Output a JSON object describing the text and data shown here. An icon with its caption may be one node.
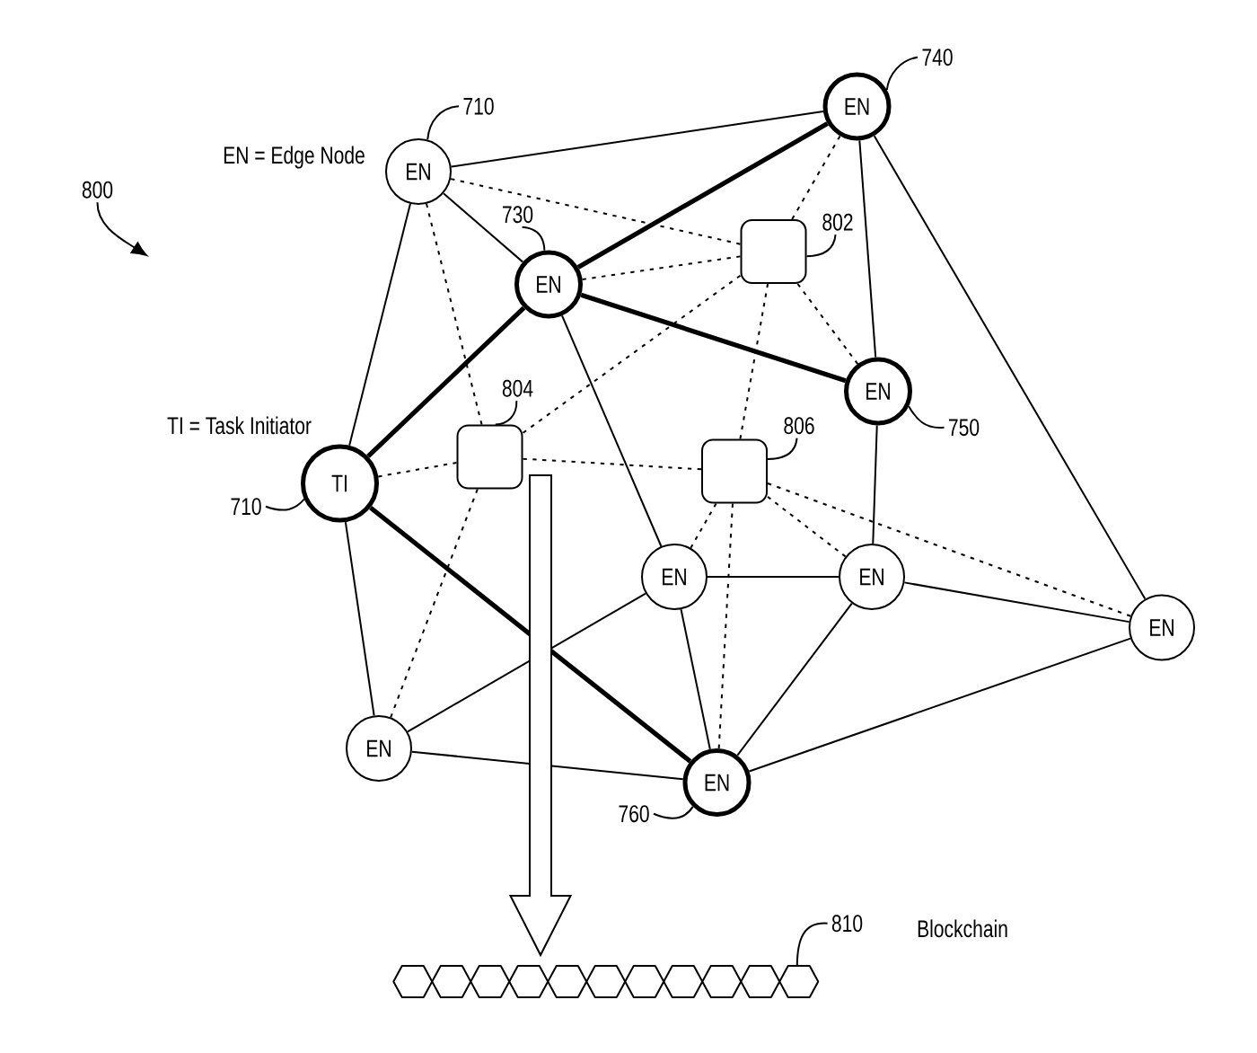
{
  "diagram": {
    "nodes": [
      {
        "text": [
          "740"
        ]
      },
      {
        "text": [
          "EN"
        ]
      },
      {
        "text": [
          "710"
        ]
      },
      {
        "text": [
          "EN"
        ]
      },
      {
        "text": [
          "800"
        ]
      },
      {
        "text": [
          "730"
        ]
      },
      {
        "text": [
          "802"
        ]
      },
      {
        "text": [],
        "shape": "box"
      },
      {
        "text": [
          "EN"
        ]
      },
      {
        "text": [
          "804"
        ]
      },
      {
        "text": [
          "EN"
        ]
      },
      {
        "text": [
          "750"
        ]
      },
      {
        "text": [
          "806"
        ]
      },
      {
        "text": [],
        "shape": "box"
      },
      {
        "text": [],
        "shape": "box"
      },
      {
        "text": [
          "TI"
        ]
      },
      {
        "text": [
          "710"
        ]
      },
      {
        "text": [
          "EN"
        ]
      },
      {
        "text": [
          "EN"
        ]
      },
      {
        "text": [
          "EN"
        ]
      },
      {
        "text": [
          "EN"
        ]
      },
      {
        "text": [
          "EN"
        ]
      },
      {
        "text": [
          "760"
        ]
      },
      {
        "text": [
          "810"
        ]
      },
      {
        "text": [],
        "shape": "picture"
      }
    ],
    "edges": [
      {
        "from": 3,
        "to": 1,
        "arrow": "none"
      },
      {
        "from": 3,
        "to": 8,
        "arrow": "none"
      },
      {
        "from": 3,
        "to": 15,
        "arrow": "none"
      },
      {
        "from": 1,
        "to": 10,
        "arrow": "none"
      },
      {
        "from": 1,
        "to": 19,
        "arrow": "none"
      },
      {
        "from": 8,
        "to": 17,
        "arrow": "none"
      },
      {
        "from": 10,
        "to": 18,
        "arrow": "none"
      },
      {
        "from": 15,
        "to": 20,
        "arrow": "none"
      },
      {
        "from": 17,
        "to": 18,
        "arrow": "none"
      },
      {
        "from": 17,
        "to": 20,
        "arrow": "none"
      },
      {
        "from": 17,
        "to": 21,
        "arrow": "none"
      },
      {
        "from": 18,
        "to": 21,
        "arrow": "none"
      },
      {
        "from": 18,
        "to": 19,
        "arrow": "none"
      },
      {
        "from": 19,
        "to": 21,
        "arrow": "none"
      },
      {
        "from": 20,
        "to": 21,
        "arrow": "none"
      },
      {
        "from": 15,
        "to": 8,
        "arrow": "none",
        "style": "thick"
      },
      {
        "from": 8,
        "to": 1,
        "arrow": "none",
        "style": "thick"
      },
      {
        "from": 8,
        "to": 10,
        "arrow": "none",
        "style": "thick"
      },
      {
        "from": 15,
        "to": 21,
        "arrow": "none",
        "style": "thick"
      },
      {
        "from": 3,
        "to": 7,
        "arrow": "none",
        "style": "dashed"
      },
      {
        "from": 3,
        "to": 13,
        "arrow": "none",
        "style": "dashed"
      },
      {
        "from": 1,
        "to": 7,
        "arrow": "none",
        "style": "dashed"
      },
      {
        "from": 8,
        "to": 7,
        "arrow": "none",
        "style": "dashed"
      },
      {
        "from": 7,
        "to": 13,
        "arrow": "none",
        "style": "dashed"
      },
      {
        "from": 7,
        "to": 14,
        "arrow": "none",
        "style": "dashed"
      },
      {
        "from": 7,
        "to": 10,
        "arrow": "none",
        "style": "dashed"
      },
      {
        "from": 15,
        "to": 13,
        "arrow": "none",
        "style": "dashed"
      },
      {
        "from": 13,
        "to": 14,
        "arrow": "none",
        "style": "dashed"
      },
      {
        "from": 13,
        "to": 20,
        "arrow": "none",
        "style": "dashed"
      },
      {
        "from": 14,
        "to": 17,
        "arrow": "none",
        "style": "dashed"
      },
      {
        "from": 14,
        "to": 21,
        "arrow": "none",
        "style": "dashed"
      },
      {
        "from": 14,
        "to": 18,
        "arrow": "none",
        "style": "dashed"
      },
      {
        "from": 14,
        "to": 19,
        "arrow": "none",
        "style": "dashed"
      },
      {
        "from": 0,
        "to": 1,
        "arrow": "none"
      },
      {
        "from": 2,
        "to": 3,
        "arrow": "none"
      },
      {
        "from": 5,
        "to": 8,
        "arrow": "none"
      },
      {
        "from": 6,
        "to": 7,
        "arrow": "none"
      },
      {
        "from": 9,
        "to": 13,
        "arrow": "none"
      },
      {
        "from": 11,
        "to": 10,
        "arrow": "none"
      },
      {
        "from": 12,
        "to": 14,
        "arrow": "none"
      },
      {
        "from": 16,
        "to": 15,
        "arrow": "none"
      },
      {
        "from": 22,
        "to": 21,
        "arrow": "none"
      },
      {
        "from": 23,
        "to": 24,
        "arrow": "none"
      },
      {
        "from": 4,
        "to": null,
        "arrow": "to"
      },
      {
        "from": null,
        "to": 24,
        "arrow": "to",
        "style": "thick"
      }
    ],
    "labels": [
      "EN = Edge Node",
      "TI = Task Initiator",
      "Blockchain"
    ]
  }
}
